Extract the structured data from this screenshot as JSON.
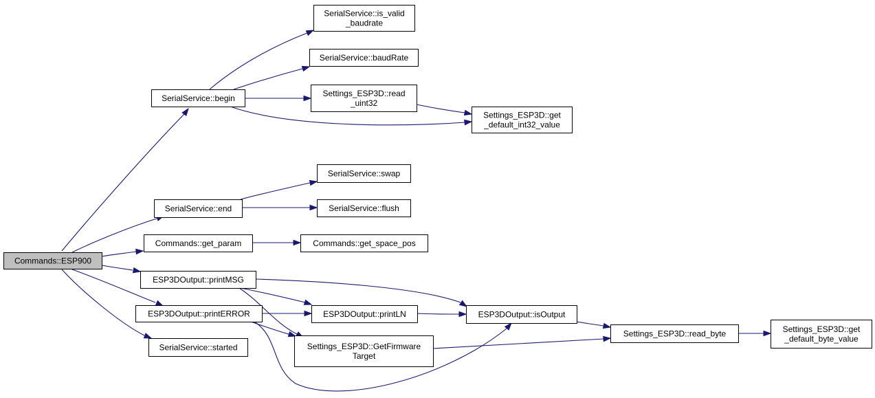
{
  "graph": {
    "nodes": {
      "esp900": [
        "Commands::ESP900"
      ],
      "begin": [
        "SerialService::begin"
      ],
      "is_valid": [
        "SerialService::is_valid",
        "_baudrate"
      ],
      "baudRate": [
        "SerialService::baudRate"
      ],
      "read_uint32": [
        "Settings_ESP3D::read",
        "_uint32"
      ],
      "get_default_int32": [
        "Settings_ESP3D::get",
        "_default_int32_value"
      ],
      "end": [
        "SerialService::end"
      ],
      "swap": [
        "SerialService::swap"
      ],
      "flush": [
        "SerialService::flush"
      ],
      "get_param": [
        "Commands::get_param"
      ],
      "get_space_pos": [
        "Commands::get_space_pos"
      ],
      "printMSG": [
        "ESP3DOutput::printMSG"
      ],
      "printERROR": [
        "ESP3DOutput::printERROR"
      ],
      "printLN": [
        "ESP3DOutput::printLN"
      ],
      "isOutput": [
        "ESP3DOutput::isOutput"
      ],
      "GetFirmwareTarget": [
        "Settings_ESP3D::GetFirmware",
        "Target"
      ],
      "started": [
        "SerialService::started"
      ],
      "read_byte": [
        "Settings_ESP3D::read_byte"
      ],
      "get_default_byte": [
        "Settings_ESP3D::get",
        "_default_byte_value"
      ]
    },
    "root": "esp900",
    "edges": [
      [
        "esp900",
        "begin"
      ],
      [
        "esp900",
        "end"
      ],
      [
        "esp900",
        "get_param"
      ],
      [
        "esp900",
        "printMSG"
      ],
      [
        "esp900",
        "printERROR"
      ],
      [
        "esp900",
        "started"
      ],
      [
        "begin",
        "is_valid"
      ],
      [
        "begin",
        "baudRate"
      ],
      [
        "begin",
        "read_uint32"
      ],
      [
        "begin",
        "get_default_int32"
      ],
      [
        "read_uint32",
        "get_default_int32"
      ],
      [
        "end",
        "swap"
      ],
      [
        "end",
        "flush"
      ],
      [
        "get_param",
        "get_space_pos"
      ],
      [
        "printMSG",
        "printLN"
      ],
      [
        "printMSG",
        "isOutput"
      ],
      [
        "printMSG",
        "GetFirmwareTarget"
      ],
      [
        "printERROR",
        "printLN"
      ],
      [
        "printERROR",
        "GetFirmwareTarget"
      ],
      [
        "printERROR",
        "isOutput"
      ],
      [
        "printLN",
        "isOutput"
      ],
      [
        "isOutput",
        "read_byte"
      ],
      [
        "GetFirmwareTarget",
        "read_byte"
      ],
      [
        "read_byte",
        "get_default_byte"
      ]
    ]
  }
}
